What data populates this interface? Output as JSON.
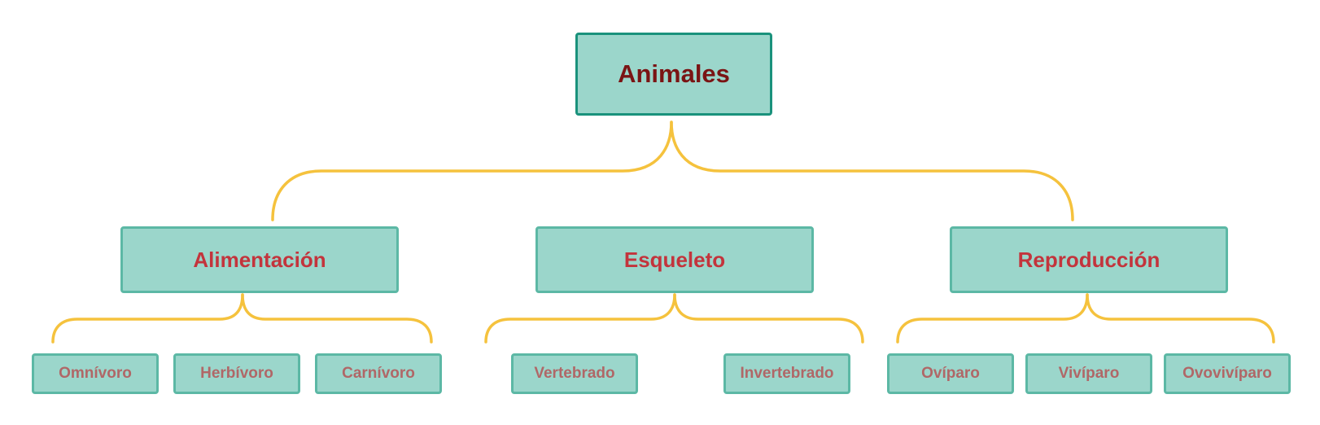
{
  "colors": {
    "node_fill": "#9bd6cb",
    "root_border": "#1a927c",
    "node_border": "#5cb8a5",
    "connector": "#f5c23d",
    "root_text": "#7a1414",
    "category_text": "#c3343c",
    "leaf_text": "#b06767"
  },
  "root": {
    "label": "Animales"
  },
  "categories": [
    {
      "label": "Alimentación",
      "children": [
        "Omnívoro",
        "Herbívoro",
        "Carnívoro"
      ]
    },
    {
      "label": "Esqueleto",
      "children": [
        "Vertebrado",
        "Invertebrado"
      ]
    },
    {
      "label": "Reproducción",
      "children": [
        "Ovíparo",
        "Vivíparo",
        "Ovovivíparo"
      ]
    }
  ]
}
